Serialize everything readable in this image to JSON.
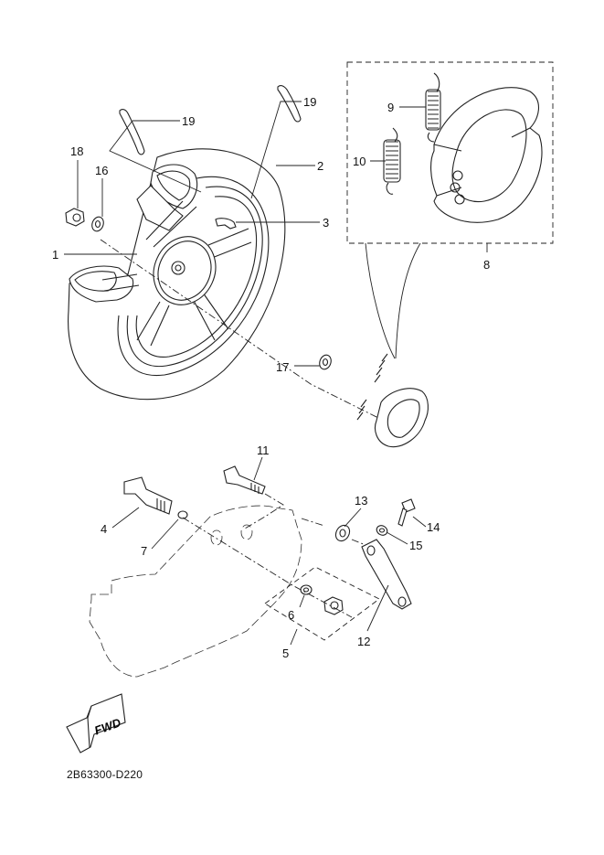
{
  "diagram": {
    "title_code": "2B63300-D220",
    "fwd_label": "FWD",
    "callouts": [
      {
        "id": "1",
        "part": "rear wheel"
      },
      {
        "id": "2",
        "part": "tire"
      },
      {
        "id": "3",
        "part": "valve"
      },
      {
        "id": "4",
        "part": "shaft"
      },
      {
        "id": "5",
        "part": "nut kit"
      },
      {
        "id": "6",
        "part": "washer"
      },
      {
        "id": "7",
        "part": "o-ring"
      },
      {
        "id": "8",
        "part": "brake shoe kit"
      },
      {
        "id": "9",
        "part": "spring"
      },
      {
        "id": "10",
        "part": "spring"
      },
      {
        "id": "11",
        "part": "camshaft"
      },
      {
        "id": "12",
        "part": "camshaft lever"
      },
      {
        "id": "13",
        "part": "indicator plate"
      },
      {
        "id": "14",
        "part": "bolt"
      },
      {
        "id": "15",
        "part": "washer"
      },
      {
        "id": "16",
        "part": "washer"
      },
      {
        "id": "17",
        "part": "washer"
      },
      {
        "id": "18",
        "part": "nut"
      },
      {
        "id": "19a",
        "part": "balance weight",
        "label": "19"
      },
      {
        "id": "19b",
        "part": "balance weight",
        "label": "19"
      }
    ]
  }
}
